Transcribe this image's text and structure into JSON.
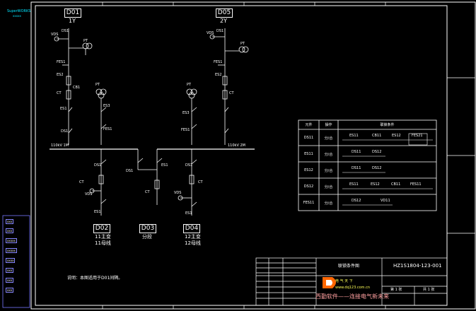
{
  "left_strip": {
    "top_label_1": "SuperWORKS",
    "top_label_2": "xxxxx",
    "items": [
      "xxx",
      "xxx",
      "xxxxx",
      "xxxxx",
      "xxxx",
      "xxx",
      "xxx",
      "xxx"
    ]
  },
  "bays": {
    "d01": {
      "tag": "D01",
      "name": "1Y"
    },
    "d05": {
      "tag": "D05",
      "name": "2Y"
    },
    "d02": {
      "tag": "D02",
      "line1": "11主变",
      "line2": "11母线"
    },
    "d03": {
      "tag": "D03",
      "line1": "分段"
    },
    "d04": {
      "tag": "D04",
      "line1": "12主变",
      "line2": "12母线"
    }
  },
  "bus": {
    "left": "110kV 1M",
    "right": "110kV 2M"
  },
  "device_labels": {
    "ds1": "DS1",
    "es1": "ES1",
    "es2": "ES2",
    "es3": "ES3",
    "fes1": "FES1",
    "cb1": "CB1",
    "vds": "VDS",
    "pt": "PT",
    "ct": "CT"
  },
  "note": "说明：本图适用于D01间隔。",
  "interlock_table": {
    "headers": [
      "元件",
      "操作",
      "联锁条件"
    ],
    "rows": [
      {
        "element": "DS11",
        "op": "分/合",
        "cond": [
          "ES11",
          "CB11",
          "ES12",
          "FES21"
        ]
      },
      {
        "element": "ES11",
        "op": "分/合",
        "cond": [
          "DS11",
          "DS12"
        ]
      },
      {
        "element": "ES12",
        "op": "分/合",
        "cond": [
          "DS11",
          "DS12"
        ]
      },
      {
        "element": "DS12",
        "op": "分/合",
        "cond": [
          "ES11",
          "ES12",
          "CB11",
          "FES11"
        ]
      },
      {
        "element": "FES11",
        "op": "分/合",
        "cond": [
          "DS12",
          "VD11"
        ]
      }
    ]
  },
  "title_block": {
    "drawing_title": "联锁条件图",
    "drawing_no": "HZ1S1804-123-001",
    "watermark_site": "电 气 天 下",
    "watermark_url": "www.dq123.com.cn",
    "watermark_slogan": "西勤软件——连接电气新未来",
    "sheet_a": "第 1 张",
    "sheet_b": "共 1 张"
  },
  "colors": {
    "line": "#ffffff",
    "accent_cyan": "#00e5ff",
    "accent_yellow": "#ffff55",
    "brand_red": "#ff3030",
    "border_blue": "#7777ff"
  }
}
